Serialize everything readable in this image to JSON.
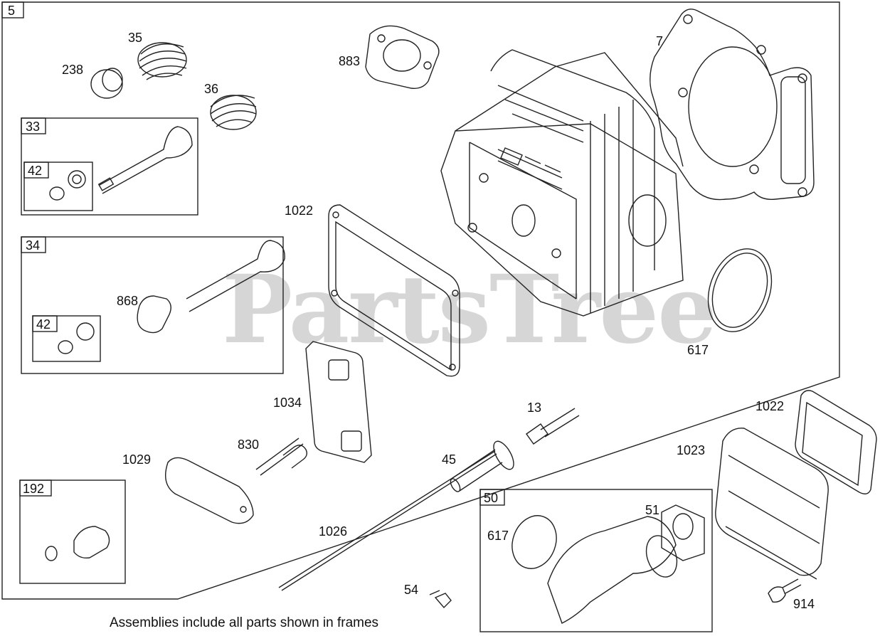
{
  "watermark": "PartsTree",
  "caption": "Assemblies include all parts shown in frames",
  "frames": {
    "main": "5",
    "exhaust_valve": "33",
    "exhaust_keeper": "42",
    "intake_valve": "34",
    "intake_keeper": "42",
    "breather": "192",
    "intake_manifold": "50"
  },
  "callouts": {
    "p238": "238",
    "p35": "35",
    "p36": "36",
    "p883": "883",
    "p7": "7",
    "p1022a": "1022",
    "p868": "868",
    "p617a": "617",
    "p1034": "1034",
    "p830": "830",
    "p1029": "1029",
    "p13": "13",
    "p45": "45",
    "p1026": "1026",
    "p54": "54",
    "p617b": "617",
    "p51": "51",
    "p1022b": "1022",
    "p1023": "1023",
    "p914": "914"
  },
  "icons": [
    "valve-spring",
    "valve",
    "cylinder-head",
    "gasket",
    "rocker-cover",
    "intake-manifold",
    "push-rod",
    "bolt"
  ]
}
